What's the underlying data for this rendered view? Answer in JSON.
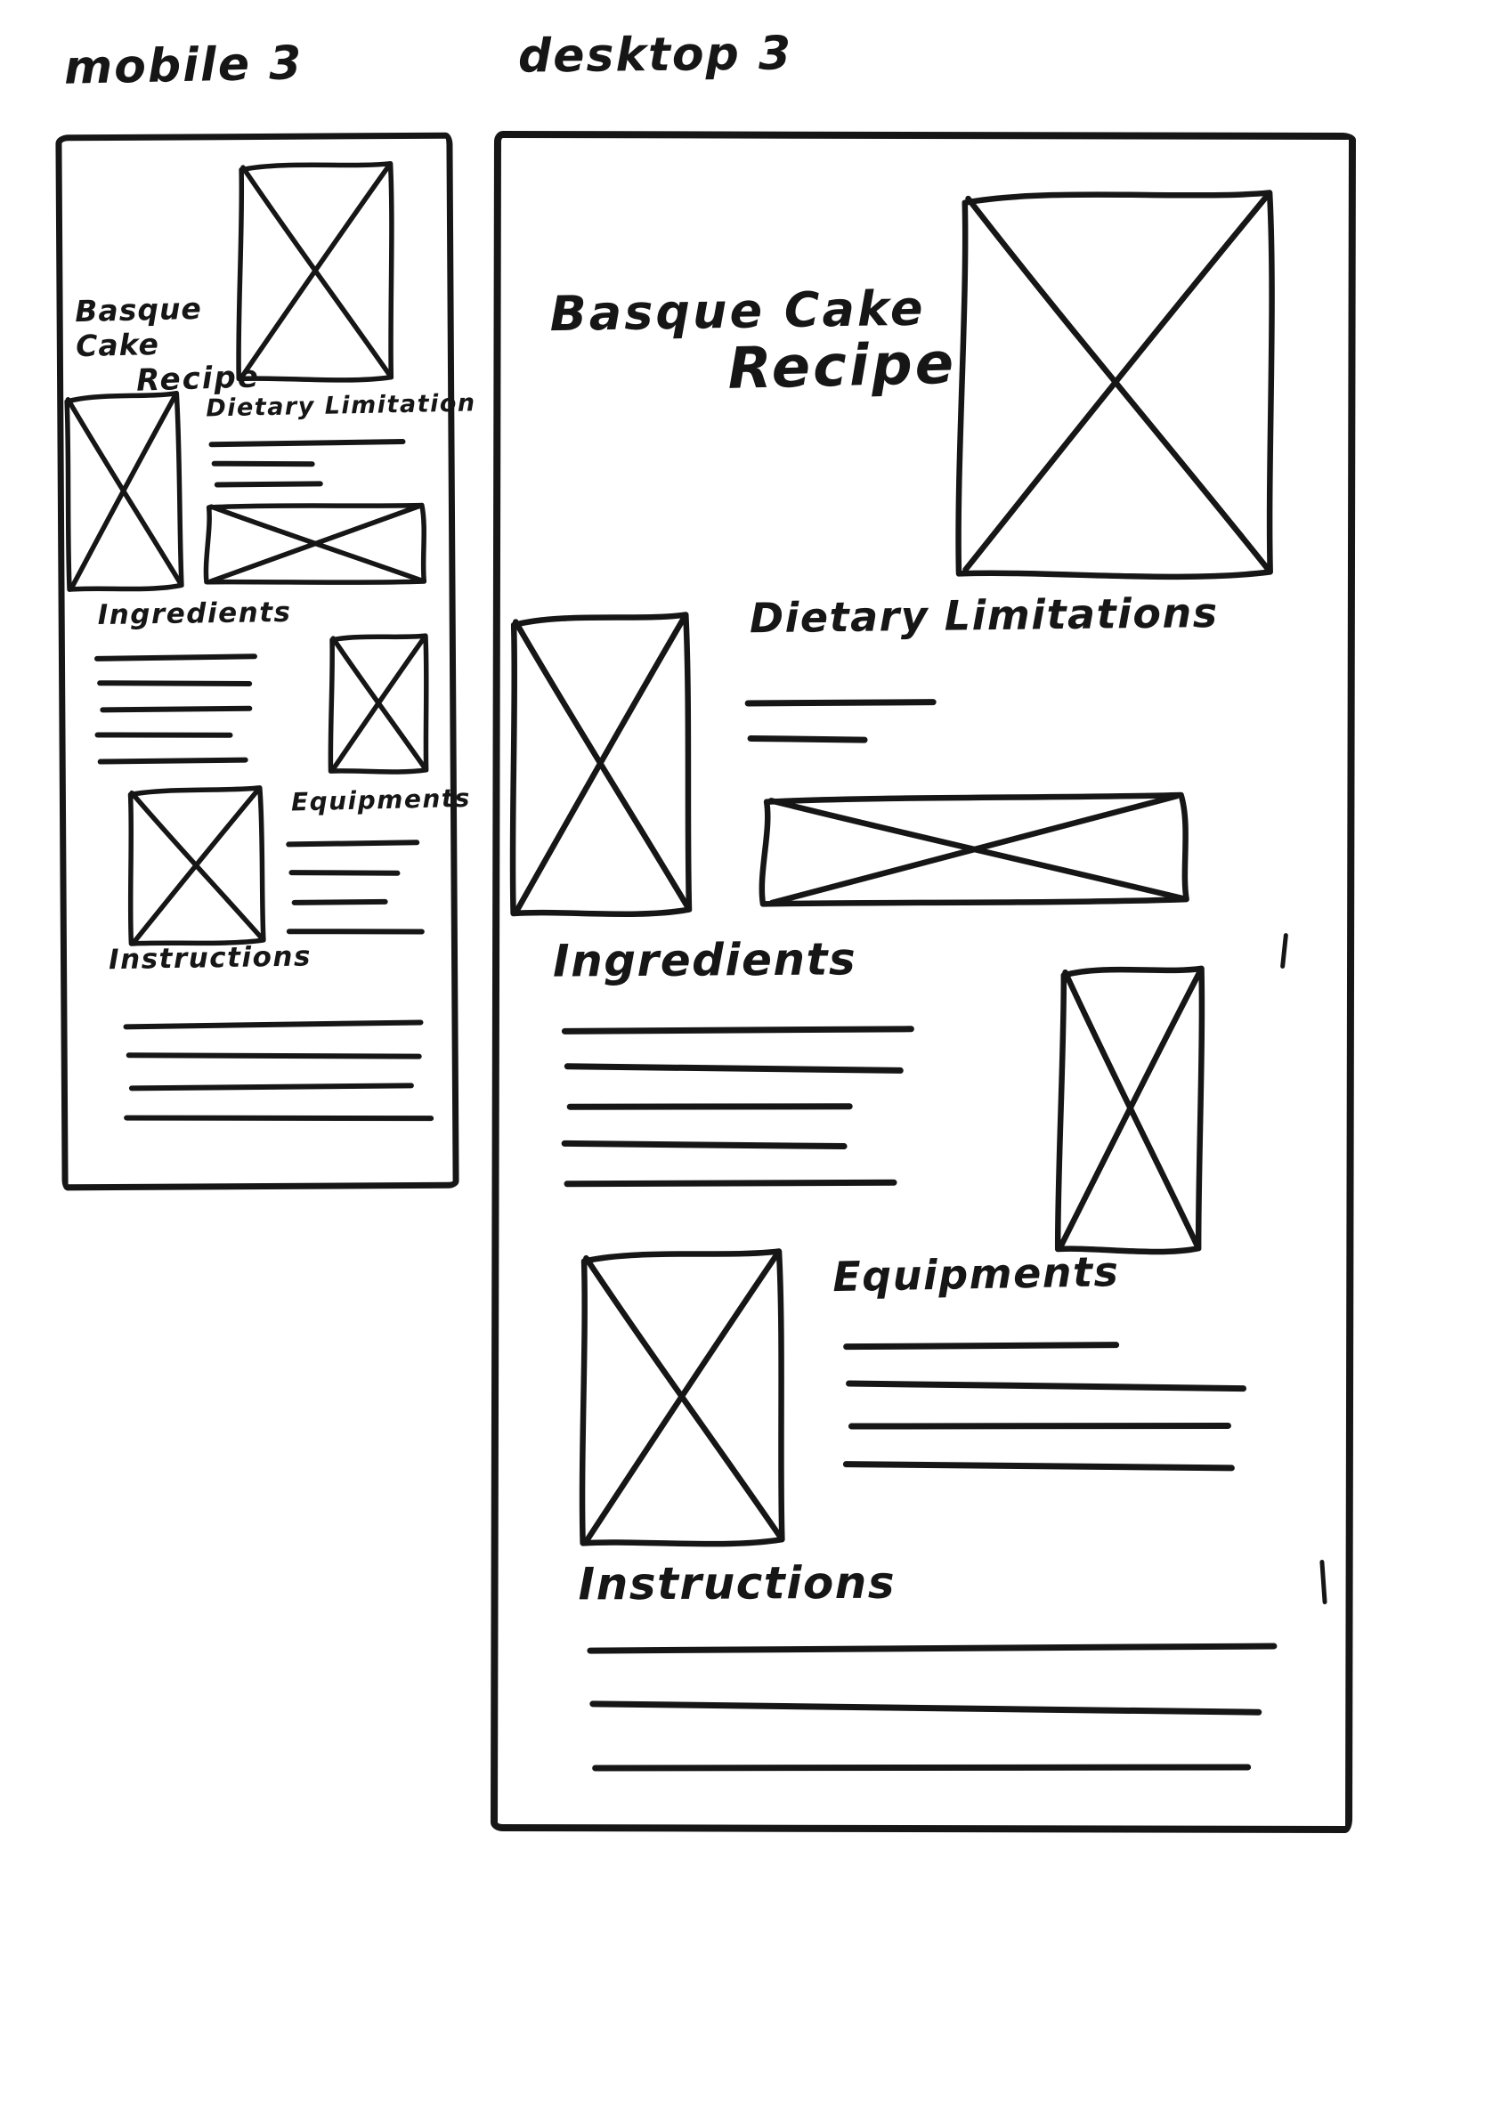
{
  "sketch": {
    "ink_color": "#161616",
    "paper_color": "#ffffff"
  },
  "mobile": {
    "label": "mobile 3",
    "title": {
      "line1": "Basque Cake",
      "line2": "Recipe"
    },
    "sections": {
      "dietary": {
        "heading": "Dietary Limitation",
        "line_widths": [
          221,
          116,
          122
        ]
      },
      "ingredients": {
        "heading": "Ingredients",
        "line_widths": [
          183,
          174,
          171,
          155,
          169
        ]
      },
      "equipments": {
        "heading": "Equipments",
        "line_widths": [
          150,
          125,
          108,
          155
        ]
      },
      "instructions": {
        "heading": "Instructions",
        "line_widths": [
          337,
          332,
          320,
          348
        ]
      }
    },
    "image_placeholders": [
      "hero-image",
      "dietary-side-image",
      "banner-image",
      "ingredients-side-image",
      "equipments-side-image"
    ]
  },
  "desktop": {
    "label": "desktop 3",
    "title": {
      "line1": "Basque Cake",
      "line2": "Recipe"
    },
    "sections": {
      "dietary": {
        "heading": "Dietary Limitations",
        "line_widths": [
          215,
          135
        ]
      },
      "ingredients": {
        "heading": "Ingredients",
        "line_widths": [
          396,
          381,
          321,
          321,
          374
        ]
      },
      "equipments": {
        "heading": "Equipments",
        "line_widths": [
          310,
          450,
          430,
          440
        ]
      },
      "instructions": {
        "heading": "Instructions",
        "line_widths": [
          775,
          755,
          740
        ]
      }
    },
    "image_placeholders": [
      "hero-image",
      "dietary-side-image",
      "banner-image",
      "ingredients-side-image",
      "equipments-side-image"
    ]
  }
}
